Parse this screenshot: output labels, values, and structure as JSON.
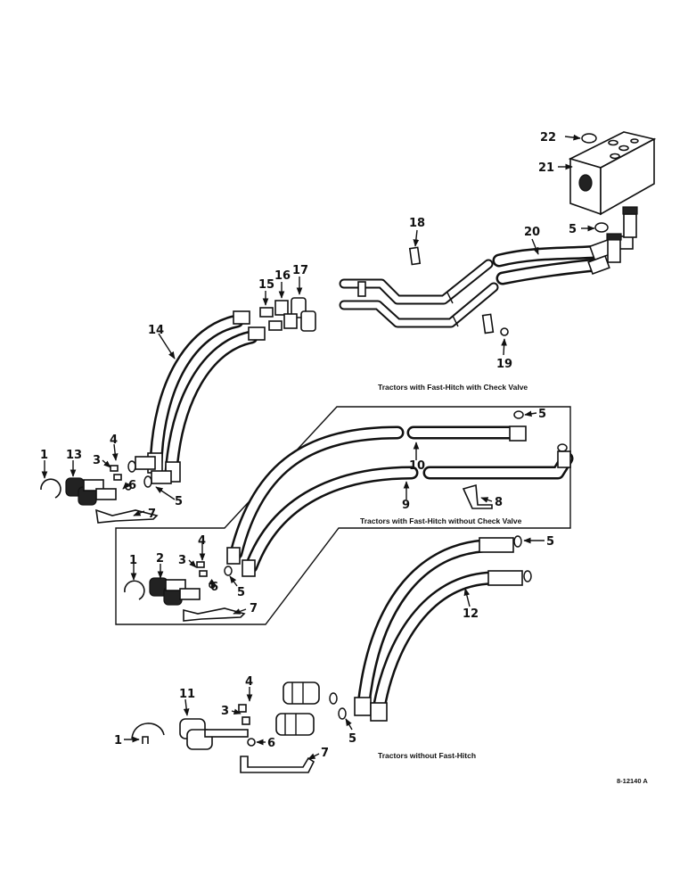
{
  "captions": {
    "check_valve": "Tractors with Fast-Hitch with Check Valve",
    "without_check_valve": "Tractors with Fast-Hitch without Check Valve",
    "without_fast_hitch": "Tractors without Fast-Hitch"
  },
  "drawing_number": "8-12140 A",
  "callouts": {
    "c22": "22",
    "c21": "21",
    "c5_top": "5",
    "c20": "20",
    "c18": "18",
    "c17": "17",
    "c16": "16",
    "c15": "15",
    "c14": "14",
    "c19": "19",
    "c4_a": "4",
    "c13": "13",
    "c3_a": "3",
    "c1_a": "1",
    "c6_a": "6",
    "c7_a": "7",
    "c5_a": "5",
    "c5_b": "5",
    "c10": "10",
    "c9": "9",
    "c8": "8",
    "c4_b": "4",
    "c2": "2",
    "c3_b": "3",
    "c1_b": "1",
    "c6_b": "6",
    "c7_b": "7",
    "c5_c": "5",
    "c5_d": "5",
    "c12": "12",
    "c4_c": "4",
    "c11": "11",
    "c3_c": "3",
    "c1_c": "1",
    "c6_c": "6",
    "c7_c": "7",
    "c5_e": "5"
  }
}
